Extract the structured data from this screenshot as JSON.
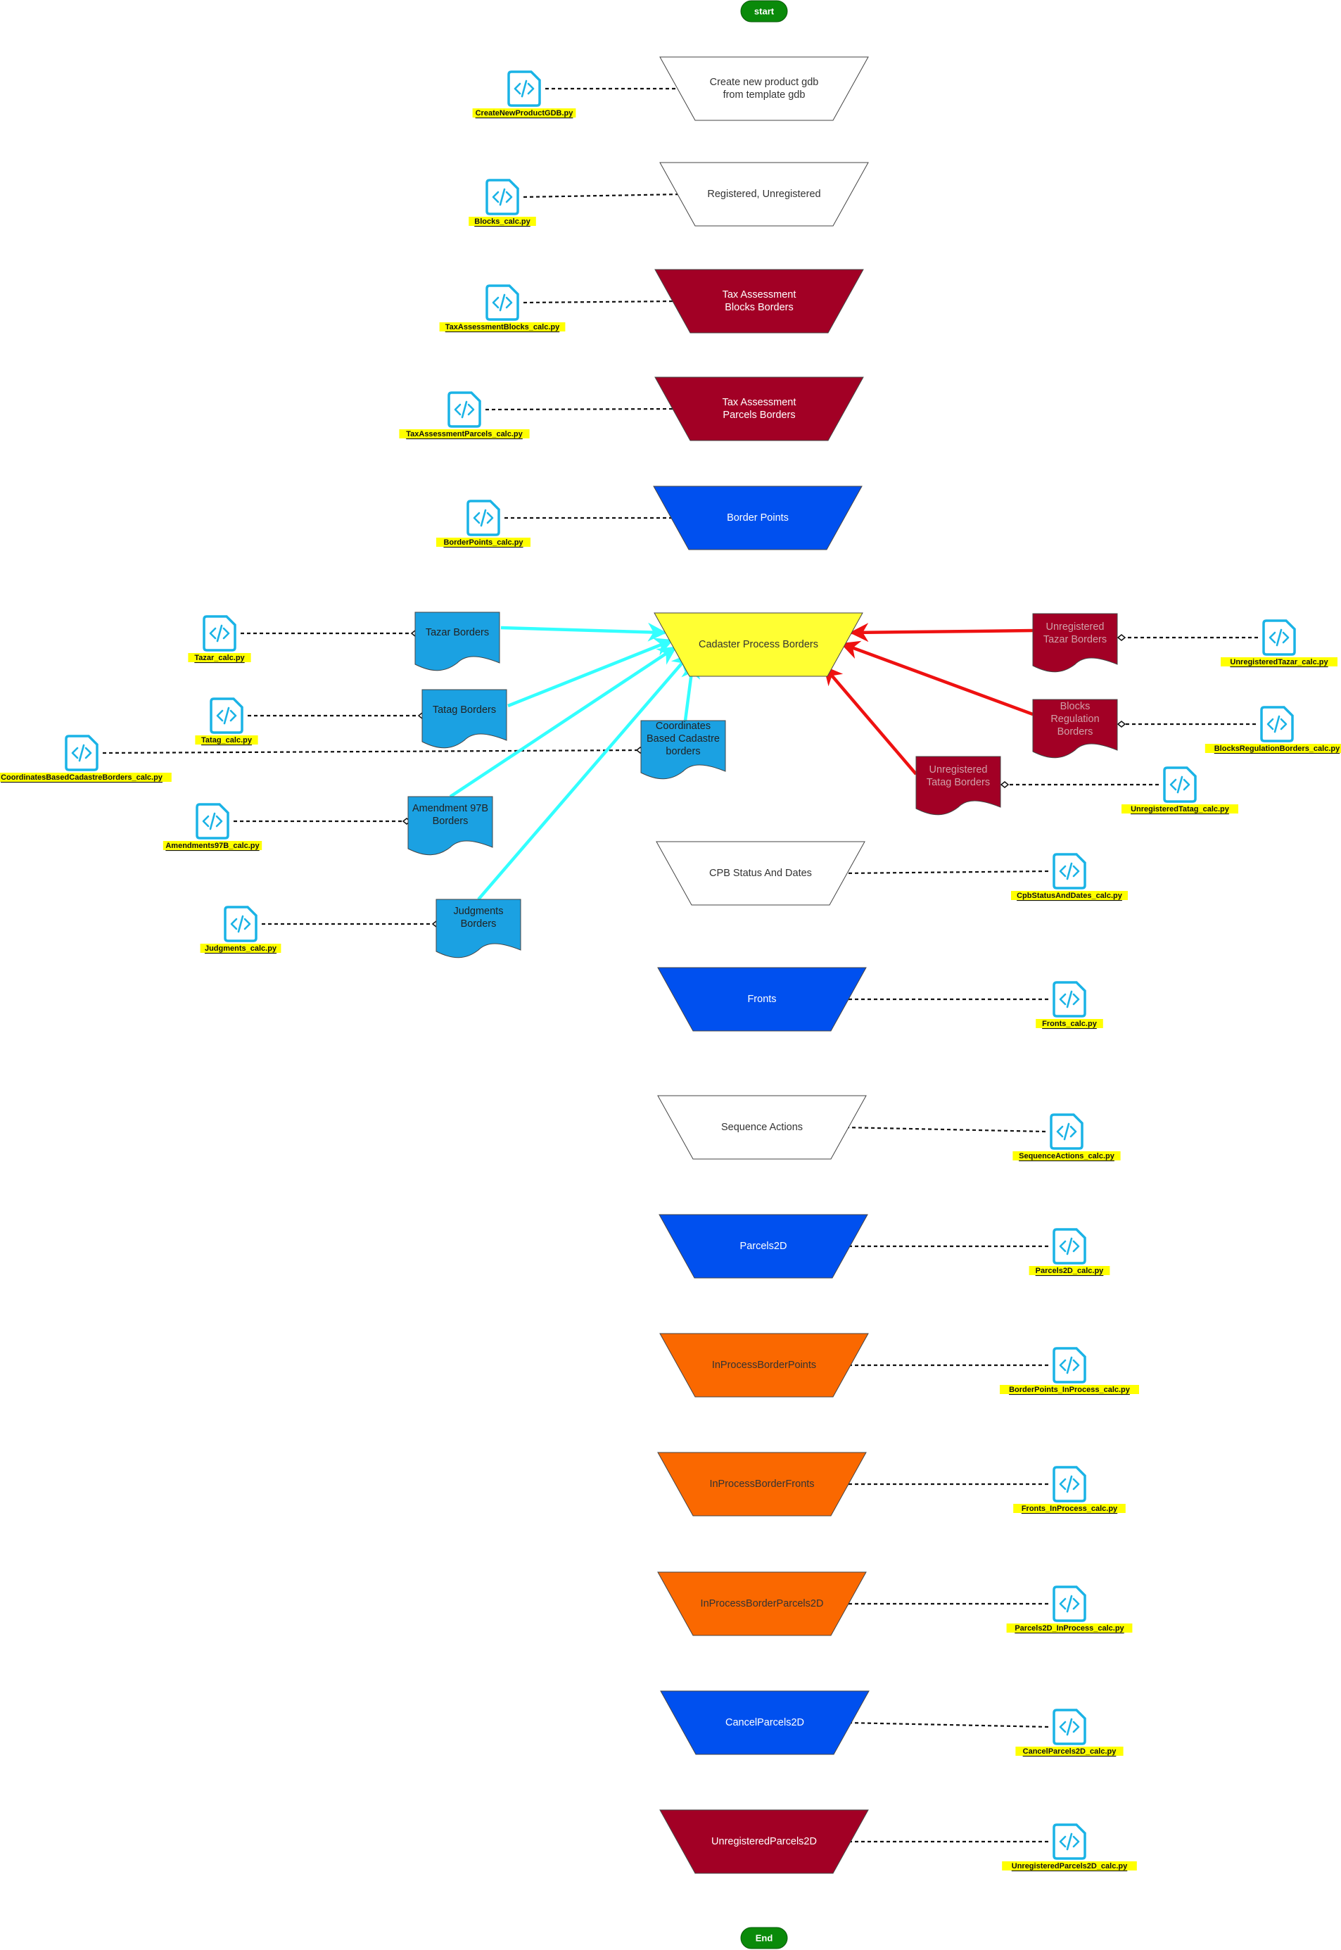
{
  "diagram": {
    "start_label": "start",
    "end_label": "End",
    "terminal_color": "#0a8a0a",
    "connector_color": "#111111",
    "script_icon_color": "#1ab3e6",
    "file_label_bg": "#ffff00",
    "steps": [
      {
        "id": "create",
        "lines": [
          "Create new product gdb",
          "from template gdb"
        ],
        "fill": "#ffffff",
        "text_color": "#333333",
        "script": "CreateNewProductGDB.py"
      },
      {
        "id": "registered",
        "lines": [
          "Registered, Unregistered"
        ],
        "fill": "#ffffff",
        "text_color": "#333333",
        "script": "Blocks_calc.py"
      },
      {
        "id": "tax-blocks",
        "lines": [
          "Tax Assessment",
          "Blocks Borders"
        ],
        "fill": "#a20025",
        "text_color": "#ffffff",
        "script": "TaxAssessmentBlocks_calc.py"
      },
      {
        "id": "tax-parcels",
        "lines": [
          "Tax Assessment",
          "Parcels Borders"
        ],
        "fill": "#a20025",
        "text_color": "#ffffff",
        "script": "TaxAssessmentParcels_calc.py"
      },
      {
        "id": "border-points",
        "lines": [
          "Border Points"
        ],
        "fill": "#0050ef",
        "text_color": "#ffffff",
        "script": "BorderPoints_calc.py"
      },
      {
        "id": "cadaster",
        "lines": [
          "Cadaster Process Borders"
        ],
        "fill": "#ffff33",
        "text_color": "#333333",
        "script": ""
      },
      {
        "id": "cpb-status",
        "lines": [
          "CPB Status And Dates"
        ],
        "fill": "#ffffff",
        "text_color": "#333333",
        "script": "CpbStatusAndDates_calc.py"
      },
      {
        "id": "fronts",
        "lines": [
          "Fronts"
        ],
        "fill": "#0050ef",
        "text_color": "#ffffff",
        "script": "Fronts_calc.py"
      },
      {
        "id": "sequence",
        "lines": [
          "Sequence Actions"
        ],
        "fill": "#ffffff",
        "text_color": "#333333",
        "script": "SequenceActions_calc.py"
      },
      {
        "id": "parcels2d",
        "lines": [
          "Parcels2D"
        ],
        "fill": "#0050ef",
        "text_color": "#ffffff",
        "script": "Parcels2D_calc.py"
      },
      {
        "id": "inprocess-points",
        "lines": [
          "InProcessBorderPoints"
        ],
        "fill": "#fa6800",
        "text_color": "#333333",
        "script": "BorderPoints_InProcess_calc.py"
      },
      {
        "id": "inprocess-fronts",
        "lines": [
          "InProcessBorderFronts"
        ],
        "fill": "#fa6800",
        "text_color": "#333333",
        "script": "Fronts_InProcess_calc.py"
      },
      {
        "id": "inprocess-parcels",
        "lines": [
          "InProcessBorderParcels2D"
        ],
        "fill": "#fa6800",
        "text_color": "#333333",
        "script": "Parcels2D_InProcess_calc.py"
      },
      {
        "id": "cancel-parcels",
        "lines": [
          "CancelParcels2D"
        ],
        "fill": "#0050ef",
        "text_color": "#ffffff",
        "script": "CancelParcels2D_calc.py"
      },
      {
        "id": "unregistered-parcels",
        "lines": [
          "UnregisteredParcels2D"
        ],
        "fill": "#a20025",
        "text_color": "#ffffff",
        "script": "UnregisteredParcels2D_calc.py"
      }
    ],
    "left_sources": [
      {
        "id": "tazar",
        "lines": [
          "Tazar Borders"
        ],
        "script": "Tazar_calc.py"
      },
      {
        "id": "tatag",
        "lines": [
          "Tatag Borders"
        ],
        "script": "Tatag_calc.py"
      },
      {
        "id": "coordinates",
        "lines": [
          "Coordinates",
          "Based Cadastre",
          "borders"
        ],
        "script": "CoordinatesBasedCadastreBorders_calc.py"
      },
      {
        "id": "amendment",
        "lines": [
          "Amendment 97B",
          "Borders"
        ],
        "script": "Amendments97B_calc.py"
      },
      {
        "id": "judgments",
        "lines": [
          "Judgments",
          "Borders"
        ],
        "script": "Judgments_calc.py"
      }
    ],
    "left_color": "#1ba1e2",
    "left_arrow_color": "#33ffff",
    "right_sources": [
      {
        "id": "unreg-tazar",
        "lines": [
          "Unregistered",
          "Tazar Borders"
        ],
        "script": "UnregisteredTazar_calc.py"
      },
      {
        "id": "blocks-regulation",
        "lines": [
          "Blocks",
          "Regulation",
          "Borders"
        ],
        "script": "BlocksRegulationBorders_calc.py"
      },
      {
        "id": "unreg-tatag",
        "lines": [
          "Unregistered",
          "Tatag Borders"
        ],
        "script": "UnregisteredTatag_calc.py"
      }
    ],
    "right_color": "#a20025",
    "right_arrow_color": "#ee1111"
  }
}
